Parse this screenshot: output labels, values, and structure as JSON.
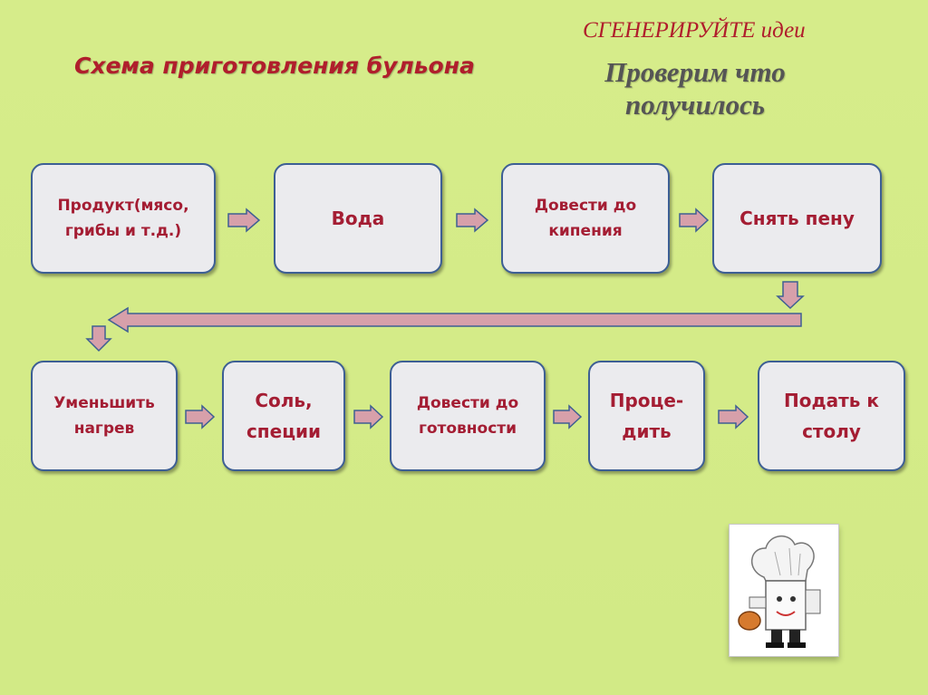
{
  "title": "Схема приготовления бульона",
  "top_note": "СГЕНЕРИРУЙТЕ идеи",
  "check_text": "Проверим что получилось",
  "steps": [
    "Продукт(мясо, грибы и т.д.)",
    "Вода",
    "Довести до кипения",
    "Снять пену",
    "Уменьшить нагрев",
    "Соль, специи",
    "Довести до готовности",
    "Проце-дить",
    "Подать к столу"
  ],
  "colors": {
    "background": "#d4eb88",
    "box_fill": "#ebebee",
    "box_border": "#3d5f94",
    "text": "#a41d33",
    "arrow_fill": "#d7a0aa",
    "arrow_stroke": "#3f5f93"
  },
  "image": {
    "icon": "chef-cartoon-icon"
  }
}
